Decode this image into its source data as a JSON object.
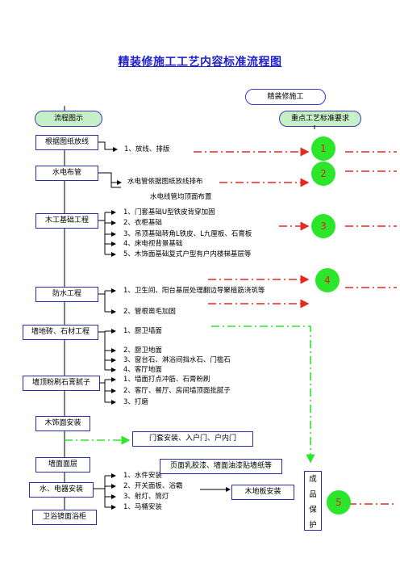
{
  "title": "精装修施工工艺内容标准流程图",
  "header": {
    "top_pill": "精装修施工",
    "left_pill": "流程图示",
    "right_pill": "重点工艺标准要求"
  },
  "steps": [
    "根据图纸放线",
    "水电布管",
    "木工基础工程",
    "防水工程",
    "墙地砖、石材工程",
    "墙顶粉刷石膏腻子",
    "木饰面安装",
    "墙面面层",
    "水、电器安装",
    "卫浴镜面浴柜"
  ],
  "details": {
    "fangxian": [
      "1、放线、排版"
    ],
    "shuidian": [
      "水电管依据图纸放线排布",
      "水电线管均顶面布置"
    ],
    "mugong": [
      "1、门套基础U型铁皮背穿加固",
      "2、衣柜基础",
      "3、吊顶基础转角L铁皮、L九厘板、石膏板",
      "4、床电视背景基础",
      "5、木饰面基础复式户型有户内楼梯基层等"
    ],
    "fangshui": [
      "1、卫生间、阳台基层处理翻边导聚植筋浇筑等",
      "2、管根凿毛加固"
    ],
    "qiangdizhuan": [
      "1、厨卫墙面",
      "2、厨卫地面",
      "3、窗台石、淋浴间挡水石、门槛石",
      "4、客厅地面"
    ],
    "fenshua": [
      "1、墙面打点冲筋、石膏粉刷",
      "2、客厅、餐厅、房间墙顶面批腻子",
      "3、打磨"
    ],
    "dianqi": [
      "1、水件安装",
      "2、开关面板、浴霸",
      "3、射灯、筒灯",
      "1、马桶安装"
    ]
  },
  "side_boxes": {
    "mentao": "门套安装、入户门、户内门",
    "mianceng": "页面乳胶漆、墙面油漆贴墙纸等",
    "mudiban": "木地板安装",
    "chengpin": [
      "成",
      "品",
      "保",
      "护"
    ]
  },
  "markers": [
    "1",
    "2",
    "3",
    "4",
    "5"
  ],
  "colors": {
    "title": "#1f1fcc",
    "border": "#2b2bb0",
    "pill_fill": "#c8f0c8",
    "circle": "#2ce62c",
    "red_arrow": "#e52a22",
    "green_arrow": "#2ce62c"
  }
}
